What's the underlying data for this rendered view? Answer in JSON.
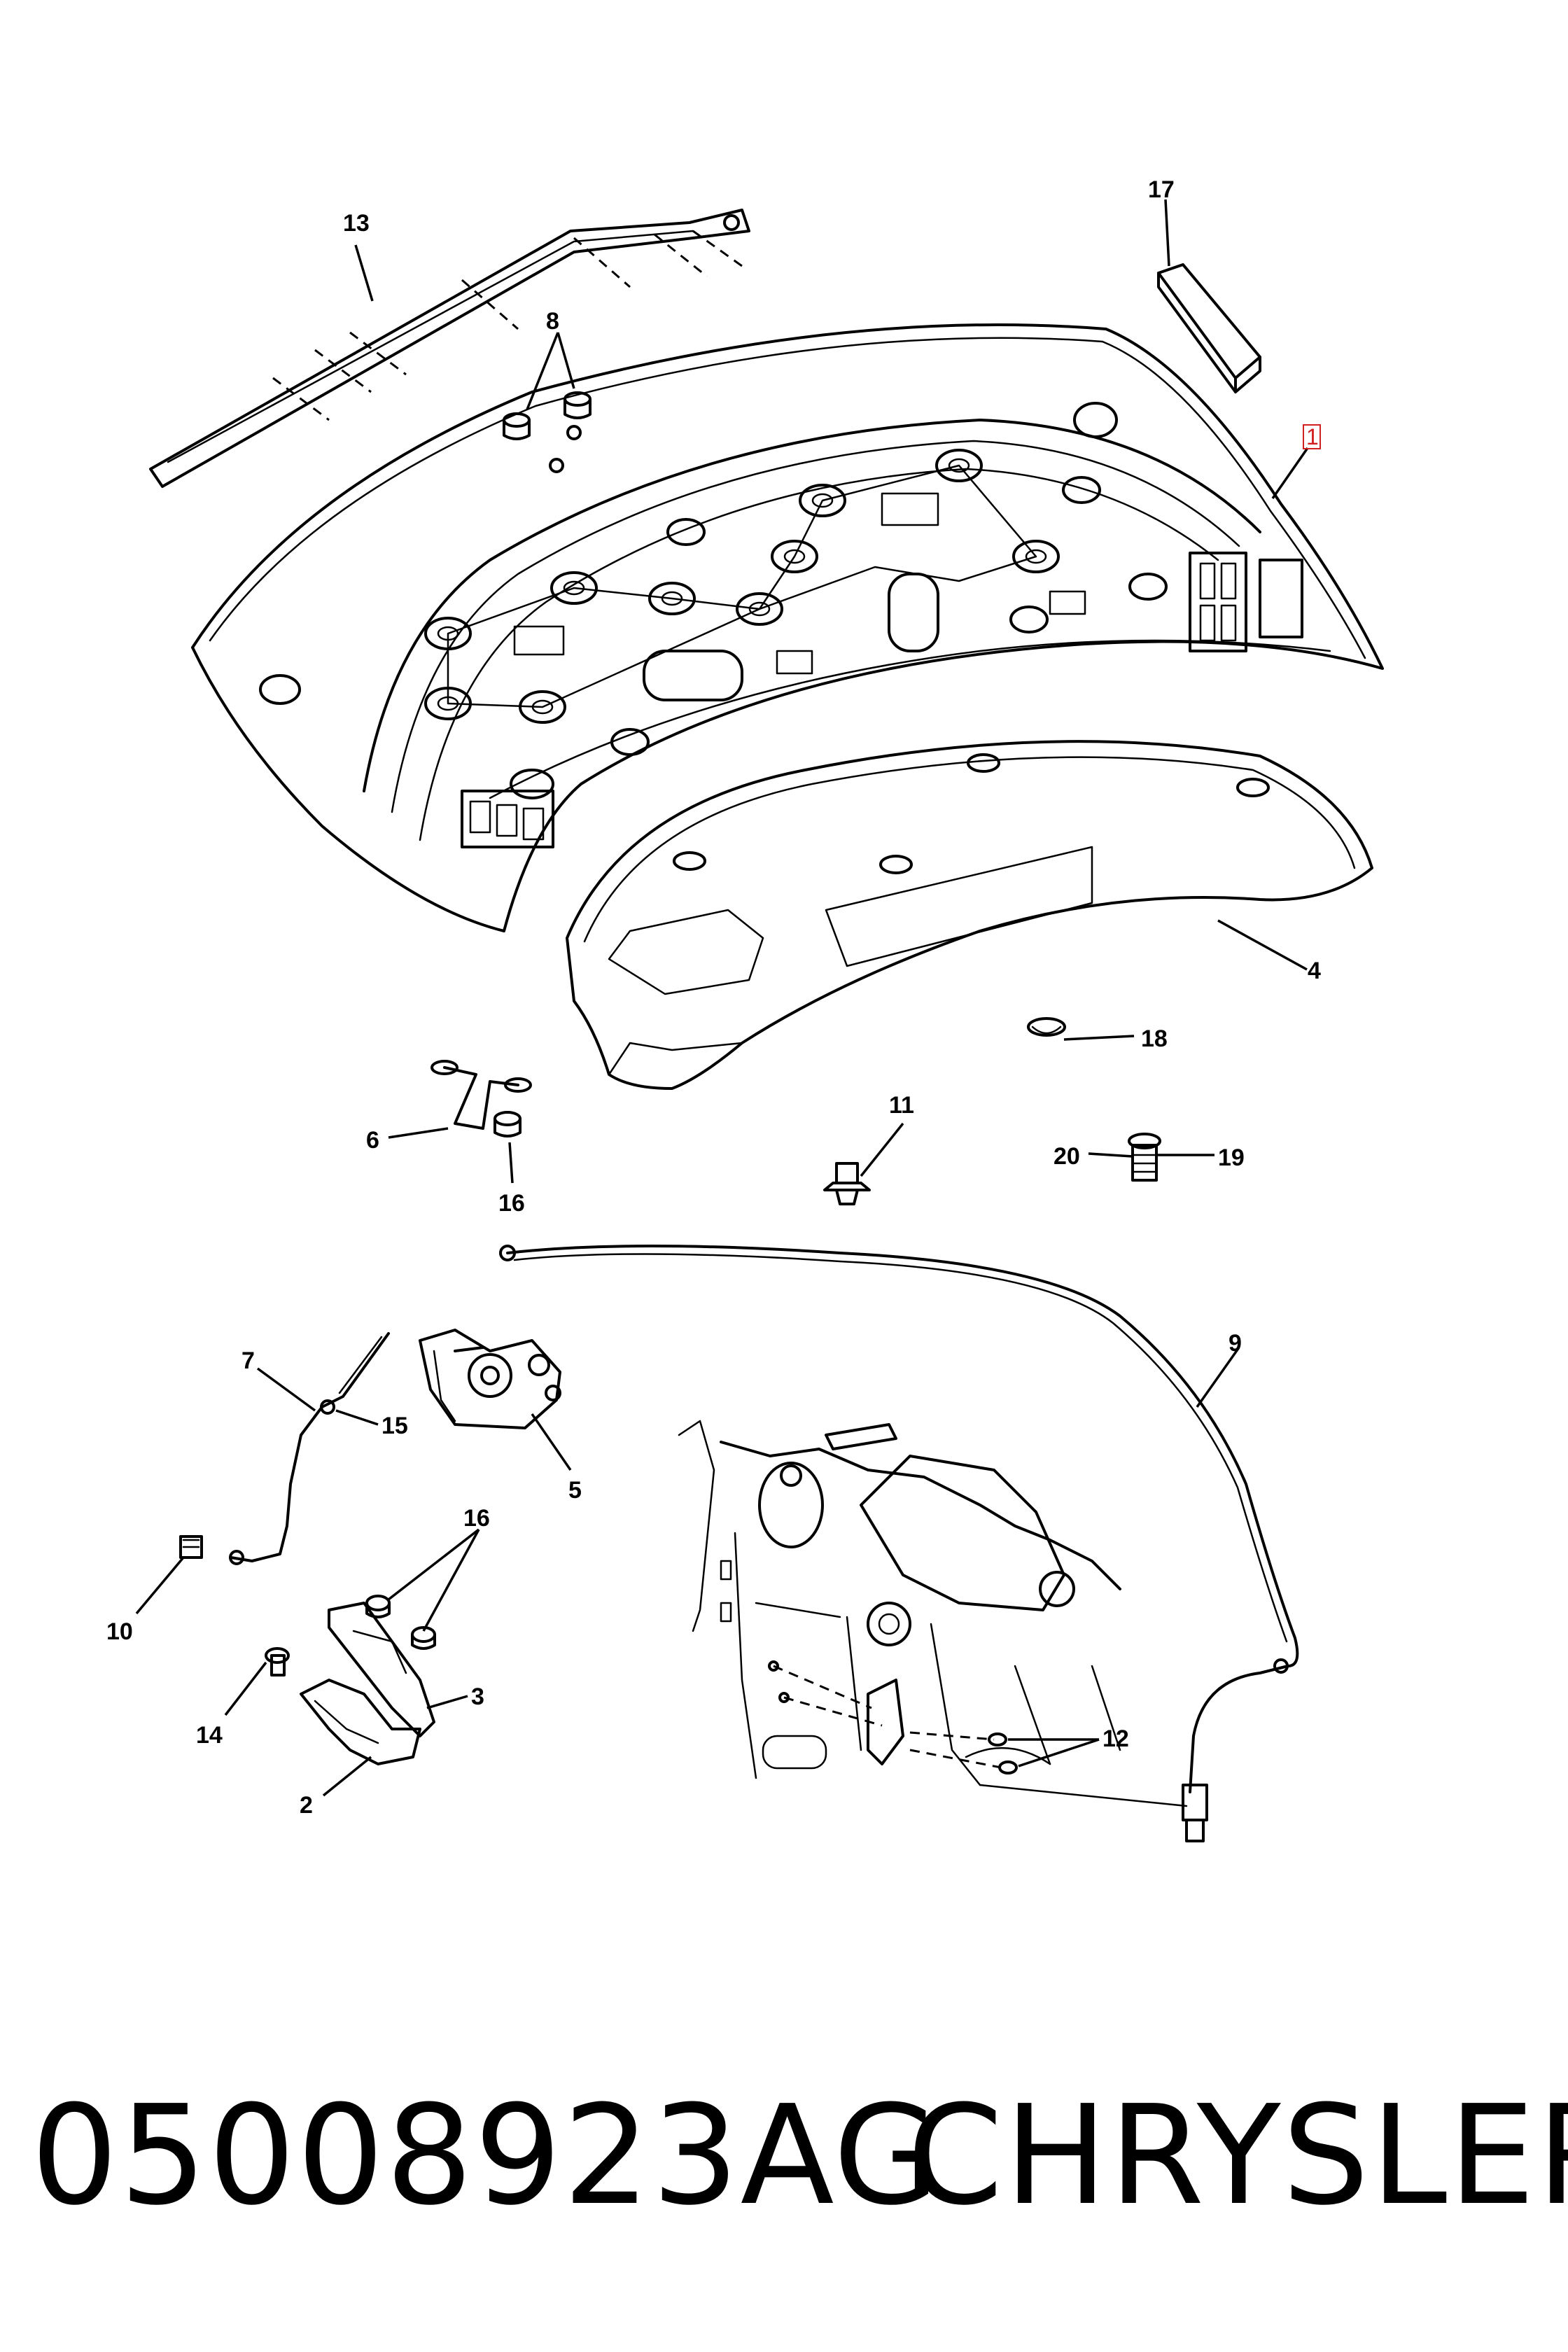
{
  "callouts": {
    "c1": "1",
    "c2": "2",
    "c3": "3",
    "c4": "4",
    "c5": "5",
    "c6": "6",
    "c7": "7",
    "c8": "8",
    "c9": "9",
    "c10": "10",
    "c11": "11",
    "c12": "12",
    "c13": "13",
    "c14": "14",
    "c15": "15",
    "c16a": "16",
    "c16b": "16",
    "c17": "17",
    "c18": "18",
    "c19": "19",
    "c20": "20"
  },
  "caption": {
    "part_number": "05008923AG",
    "brand": "CHRYSLER"
  },
  "colors": {
    "line": "#000000",
    "background": "#ffffff",
    "highlight": "#d21f1f"
  }
}
